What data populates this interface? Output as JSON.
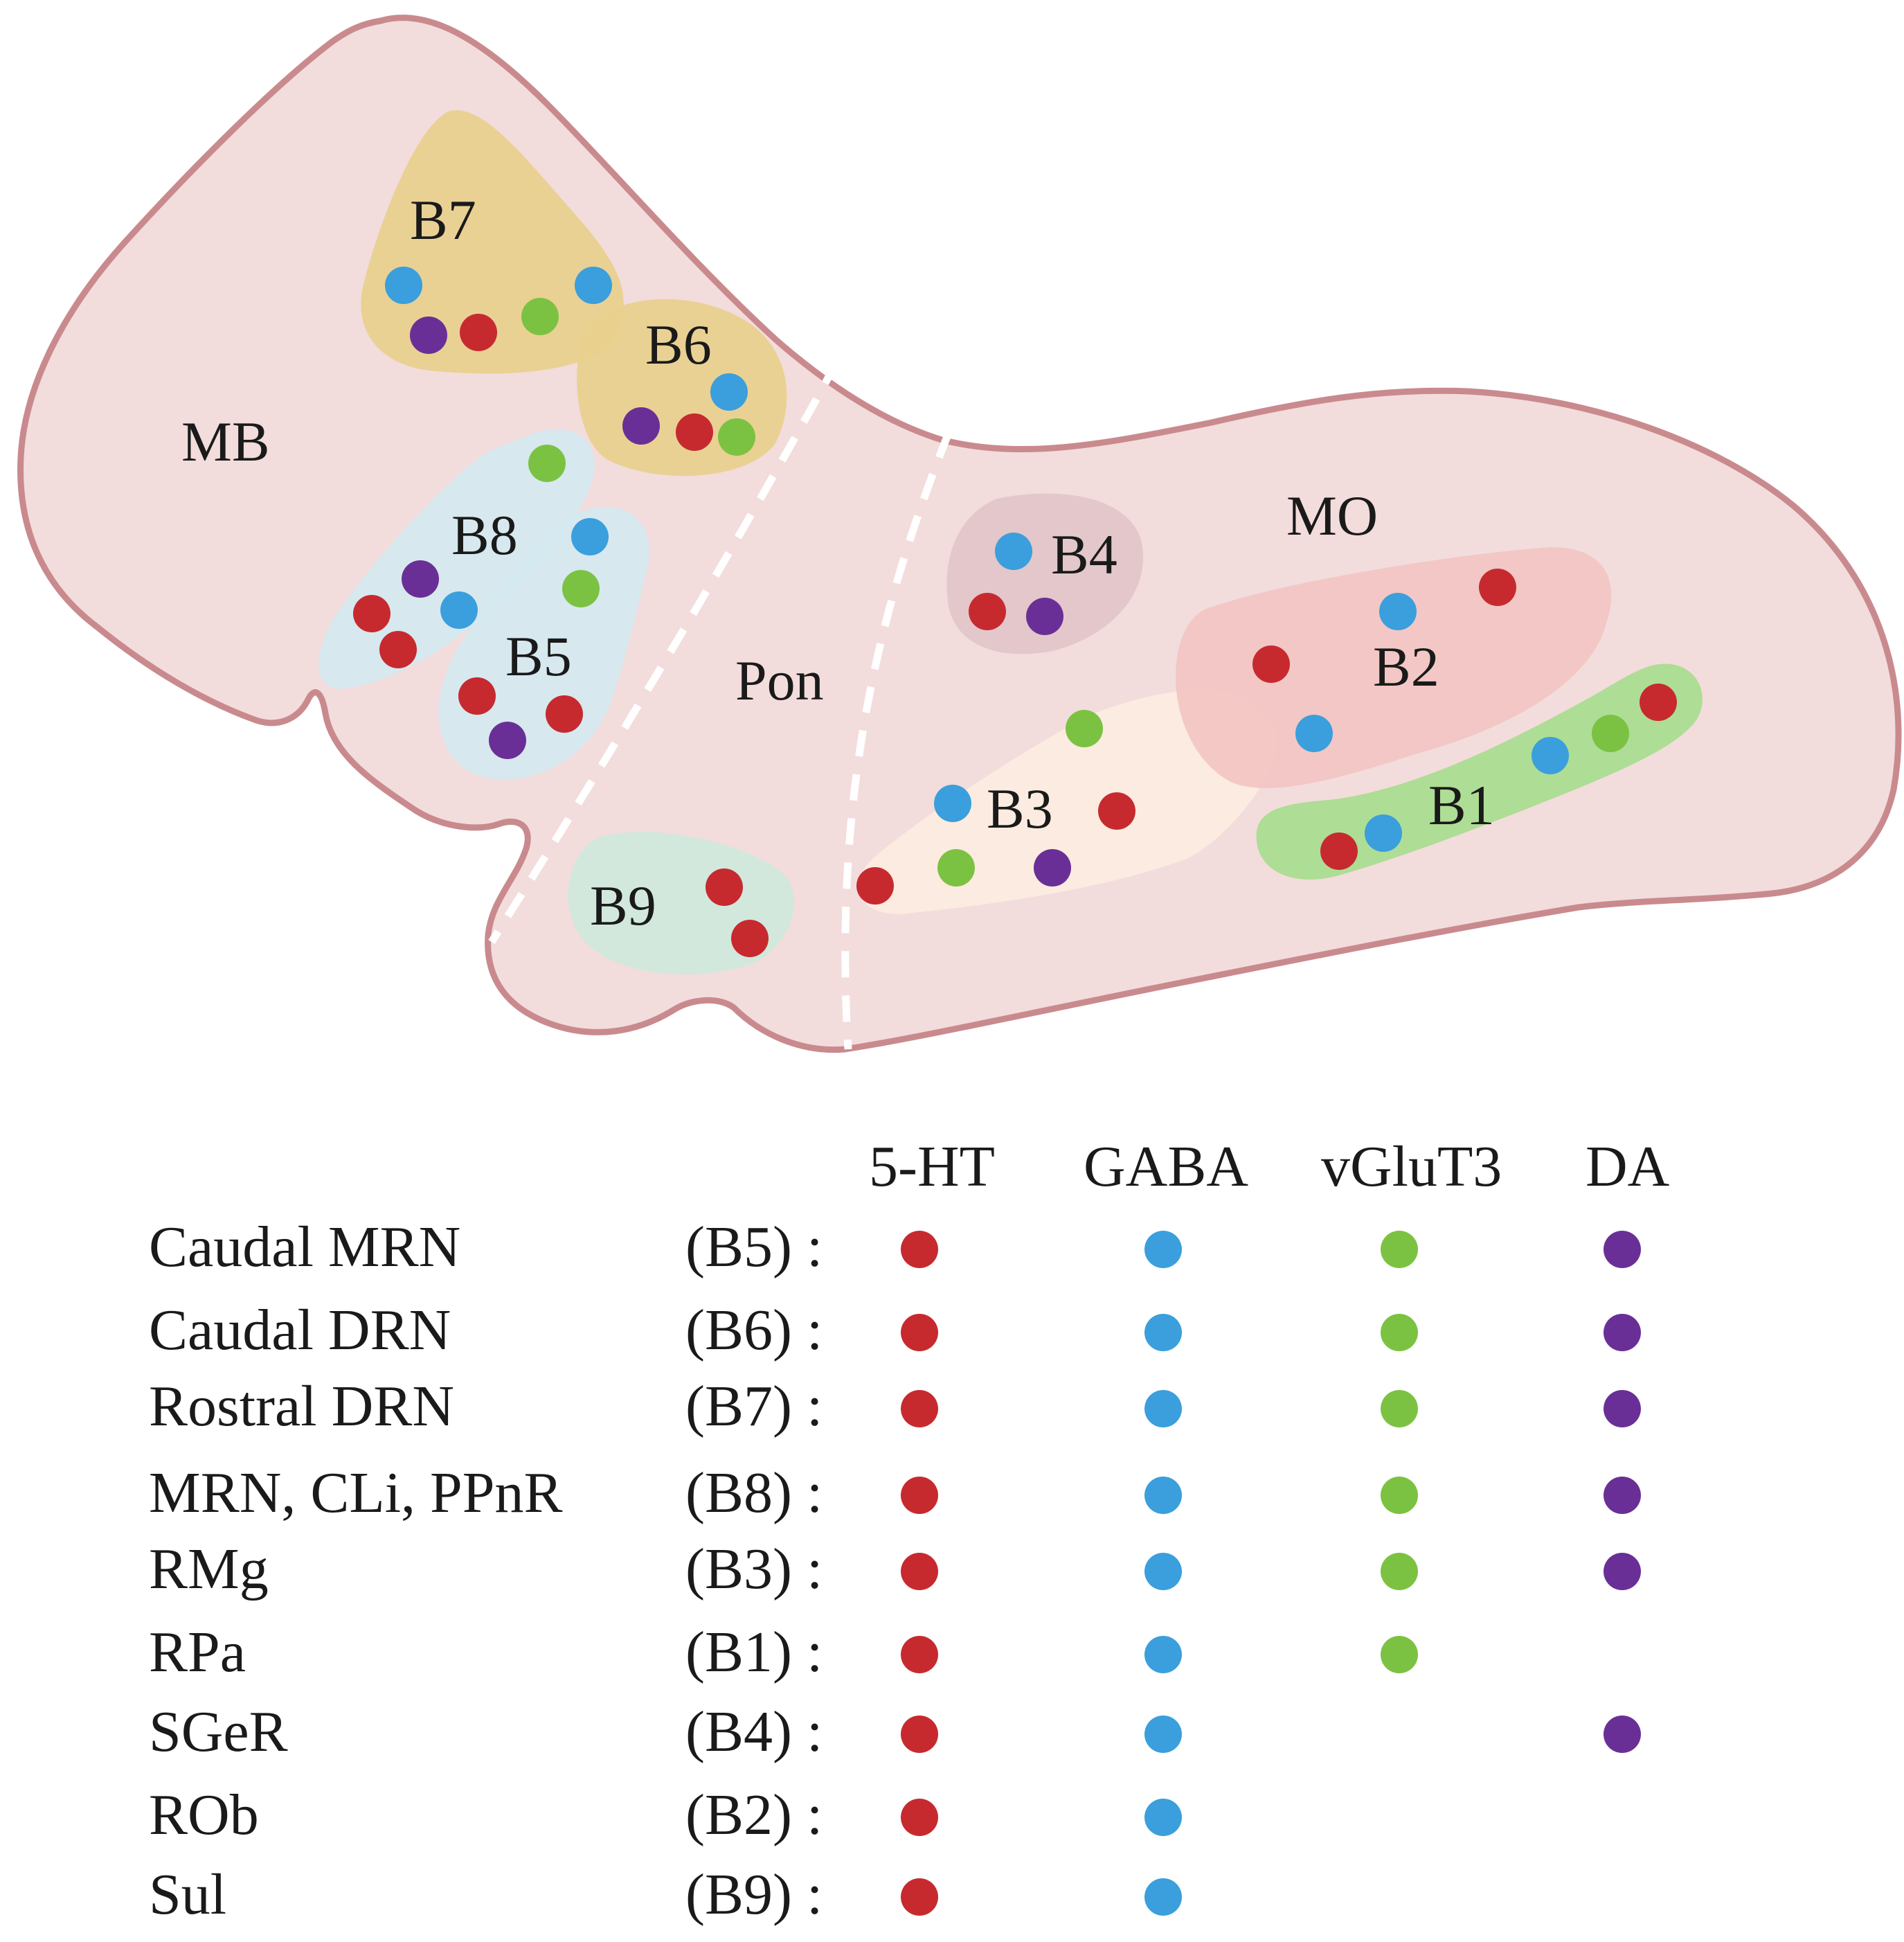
{
  "colors": {
    "brain_fill": "#f3dcdc",
    "brain_outline": "#c98a8e",
    "dashed_line": "#ffffff",
    "marker_5ht": "#c62a2f",
    "marker_gaba": "#3a9fdc",
    "marker_vglut3": "#7cc242",
    "marker_da": "#6a2f96",
    "nucleus_b7": "#e8cf8c",
    "nucleus_b6": "#e8cf8c",
    "nucleus_b8": "#d5e8f0",
    "nucleus_b5": "#d5e8f0",
    "nucleus_b9": "#cfe8dc",
    "nucleus_b4": "#e2c4c8",
    "nucleus_b3": "#fcebe0",
    "nucleus_b2": "#f2c4c2",
    "nucleus_b1": "#a8dc8e"
  },
  "regions": {
    "mb": "MB",
    "pon": "Pon",
    "mo": "MO"
  },
  "nuclei": {
    "b7": "B7",
    "b6": "B6",
    "b8": "B8",
    "b5": "B5",
    "b9": "B9",
    "b4": "B4",
    "b3": "B3",
    "b2": "B2",
    "b1": "B1"
  },
  "legend": {
    "headers": [
      "5-HT",
      "GABA",
      "vGluT3",
      "DA"
    ],
    "rows": [
      {
        "name": "Caudal MRN",
        "code": "(B5) :",
        "markers": [
          true,
          true,
          true,
          true
        ]
      },
      {
        "name": "Caudal DRN",
        "code": "(B6) :",
        "markers": [
          true,
          true,
          true,
          true
        ]
      },
      {
        "name": "Rostral DRN",
        "code": "(B7) :",
        "markers": [
          true,
          true,
          true,
          true
        ]
      },
      {
        "name": "MRN, CLi, PPnR",
        "code": "(B8) :",
        "markers": [
          true,
          true,
          true,
          true
        ]
      },
      {
        "name": "RMg",
        "code": "(B3) :",
        "markers": [
          true,
          true,
          true,
          true
        ]
      },
      {
        "name": "RPa",
        "code": "(B1) :",
        "markers": [
          true,
          true,
          true,
          false
        ]
      },
      {
        "name": "SGeR",
        "code": "(B4) :",
        "markers": [
          true,
          true,
          false,
          true
        ]
      },
      {
        "name": "ROb",
        "code": "(B2) :",
        "markers": [
          true,
          true,
          false,
          false
        ]
      },
      {
        "name": "Sul",
        "code": "(B9) :",
        "markers": [
          true,
          true,
          false,
          false
        ]
      }
    ]
  }
}
